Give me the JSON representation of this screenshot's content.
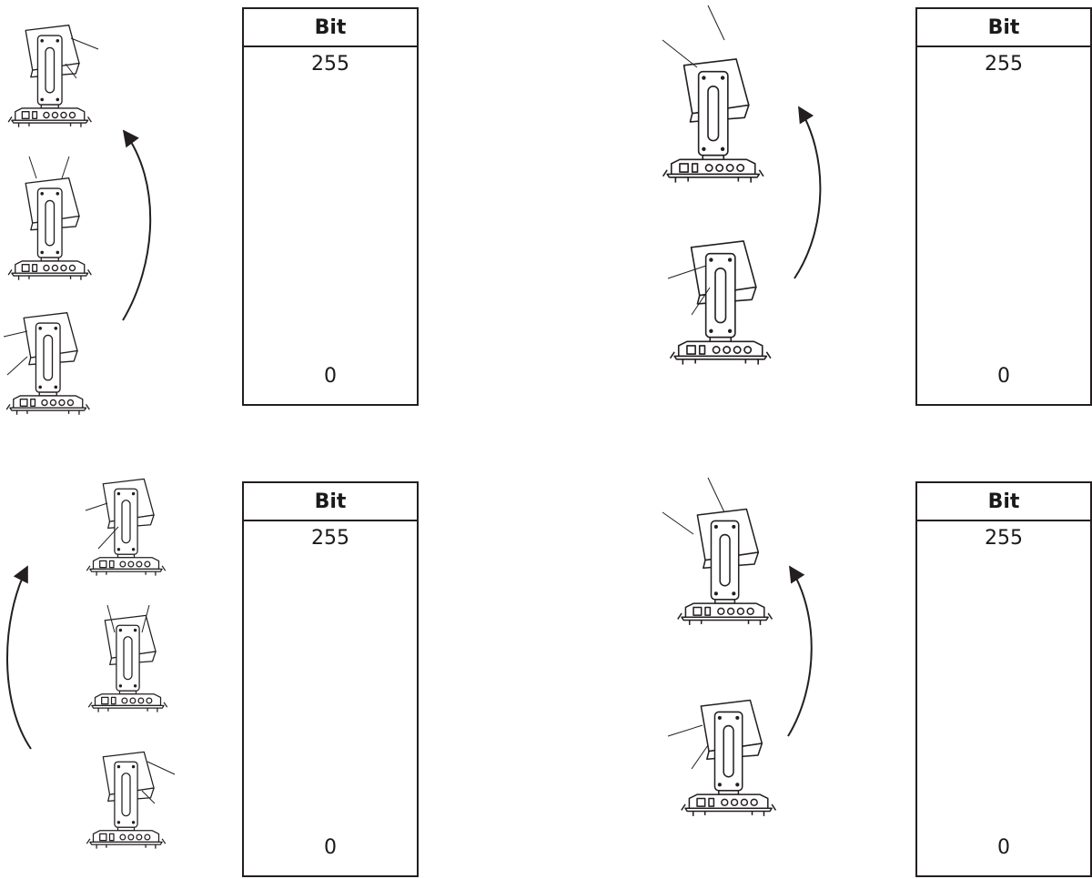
{
  "panels": [
    {
      "table": {
        "header": "Bit",
        "max_value": "255",
        "min_value": "0"
      }
    },
    {
      "table": {
        "header": "Bit",
        "max_value": "255",
        "min_value": "0"
      }
    },
    {
      "table": {
        "header": "Bit",
        "max_value": "255",
        "min_value": "0"
      }
    },
    {
      "table": {
        "header": "Bit",
        "max_value": "255",
        "min_value": "0"
      }
    }
  ],
  "colors": {
    "line": "#231f20",
    "background": "#ffffff"
  }
}
